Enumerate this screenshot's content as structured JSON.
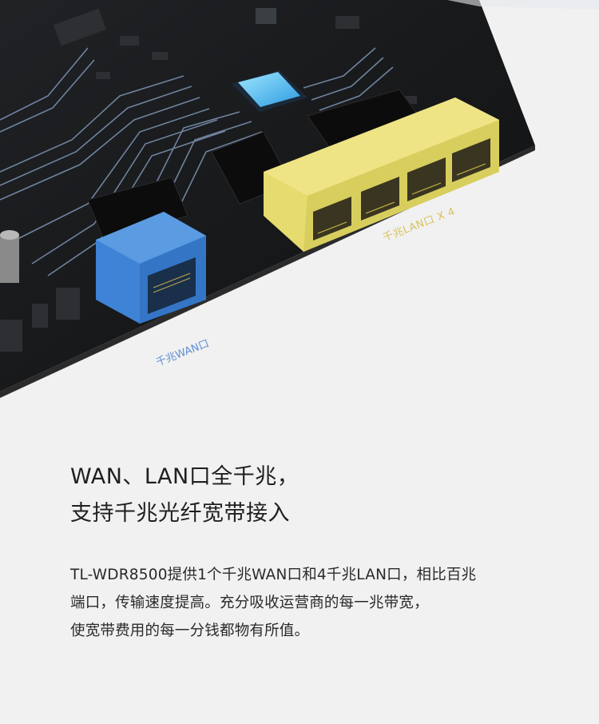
{
  "labels": {
    "lan_ports": "千兆LAN口 X 4",
    "wan_port": "千兆WAN口"
  },
  "headline": {
    "line1": "WAN、LAN口全千兆，",
    "line2": "支持千兆光纤宽带接入"
  },
  "body": {
    "line1": "TL-WDR8500提供1个千兆WAN口和4千兆LAN口，相比百兆",
    "line2": "端口，传输速度提高。充分吸收运营商的每一兆带宽，",
    "line3": "使宽带费用的每一分钱都物有所值。"
  },
  "colors": {
    "background": "#f1f1f1",
    "board": "#161616",
    "lan_port": "#e5db6e",
    "wan_port": "#3e83d6",
    "trace": "#7f95b5"
  }
}
